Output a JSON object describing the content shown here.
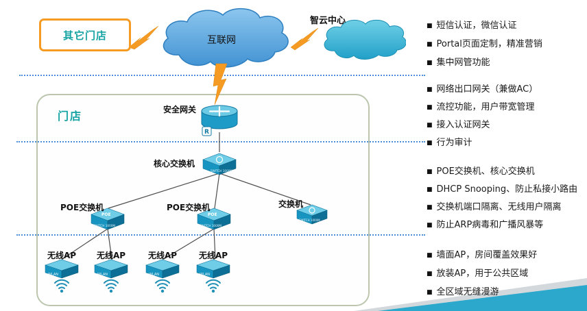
{
  "chars": {
    "bullet": "■"
  },
  "topology": {
    "other_store": "其它门店",
    "internet": "互联网",
    "cloud_center": "智云中心",
    "store": "门店",
    "gateway_label": "安全网关",
    "core_switch_label": "核心交换机",
    "poe_switch_label_1": "POE交换机",
    "poe_switch_label_2": "POE交换机",
    "switch_label": "交换机",
    "ap_label_1": "无线AP",
    "ap_label_2": "无线AP",
    "ap_label_3": "无线AP",
    "ap_label_4": "无线AP"
  },
  "icon_text": {
    "router_badge": "R",
    "switch_caption": "SWITCH 1000M",
    "poe": "POE",
    "wlan": "WLAN"
  },
  "notes": {
    "group1": [
      "短信认证，微信认证",
      "Portal页面定制，精准营销",
      "集中网管功能"
    ],
    "group2": [
      "网络出口网关（兼做AC）",
      "流控功能，用户带宽管理",
      "接入认证网关",
      "行为审计"
    ],
    "group3": [
      "POE交换机、核心交换机",
      "DHCP Snooping、防止私接小路由",
      "交换机端口隔离、无线用户隔离",
      "防止ARP病毒和广播风暴等"
    ],
    "group4": [
      "墙面AP，房间覆盖效果好",
      "放装AP，用于公共区域",
      "全区域无缝漫游"
    ]
  },
  "colors": {
    "accent_orange": "#f59a23",
    "teal_text": "#16a3a3",
    "cloud_blue": "#4192d3",
    "cloud_teal": "#22a0c8",
    "device_blue": "#1794c0",
    "dotted_line": "#4a90d9"
  }
}
